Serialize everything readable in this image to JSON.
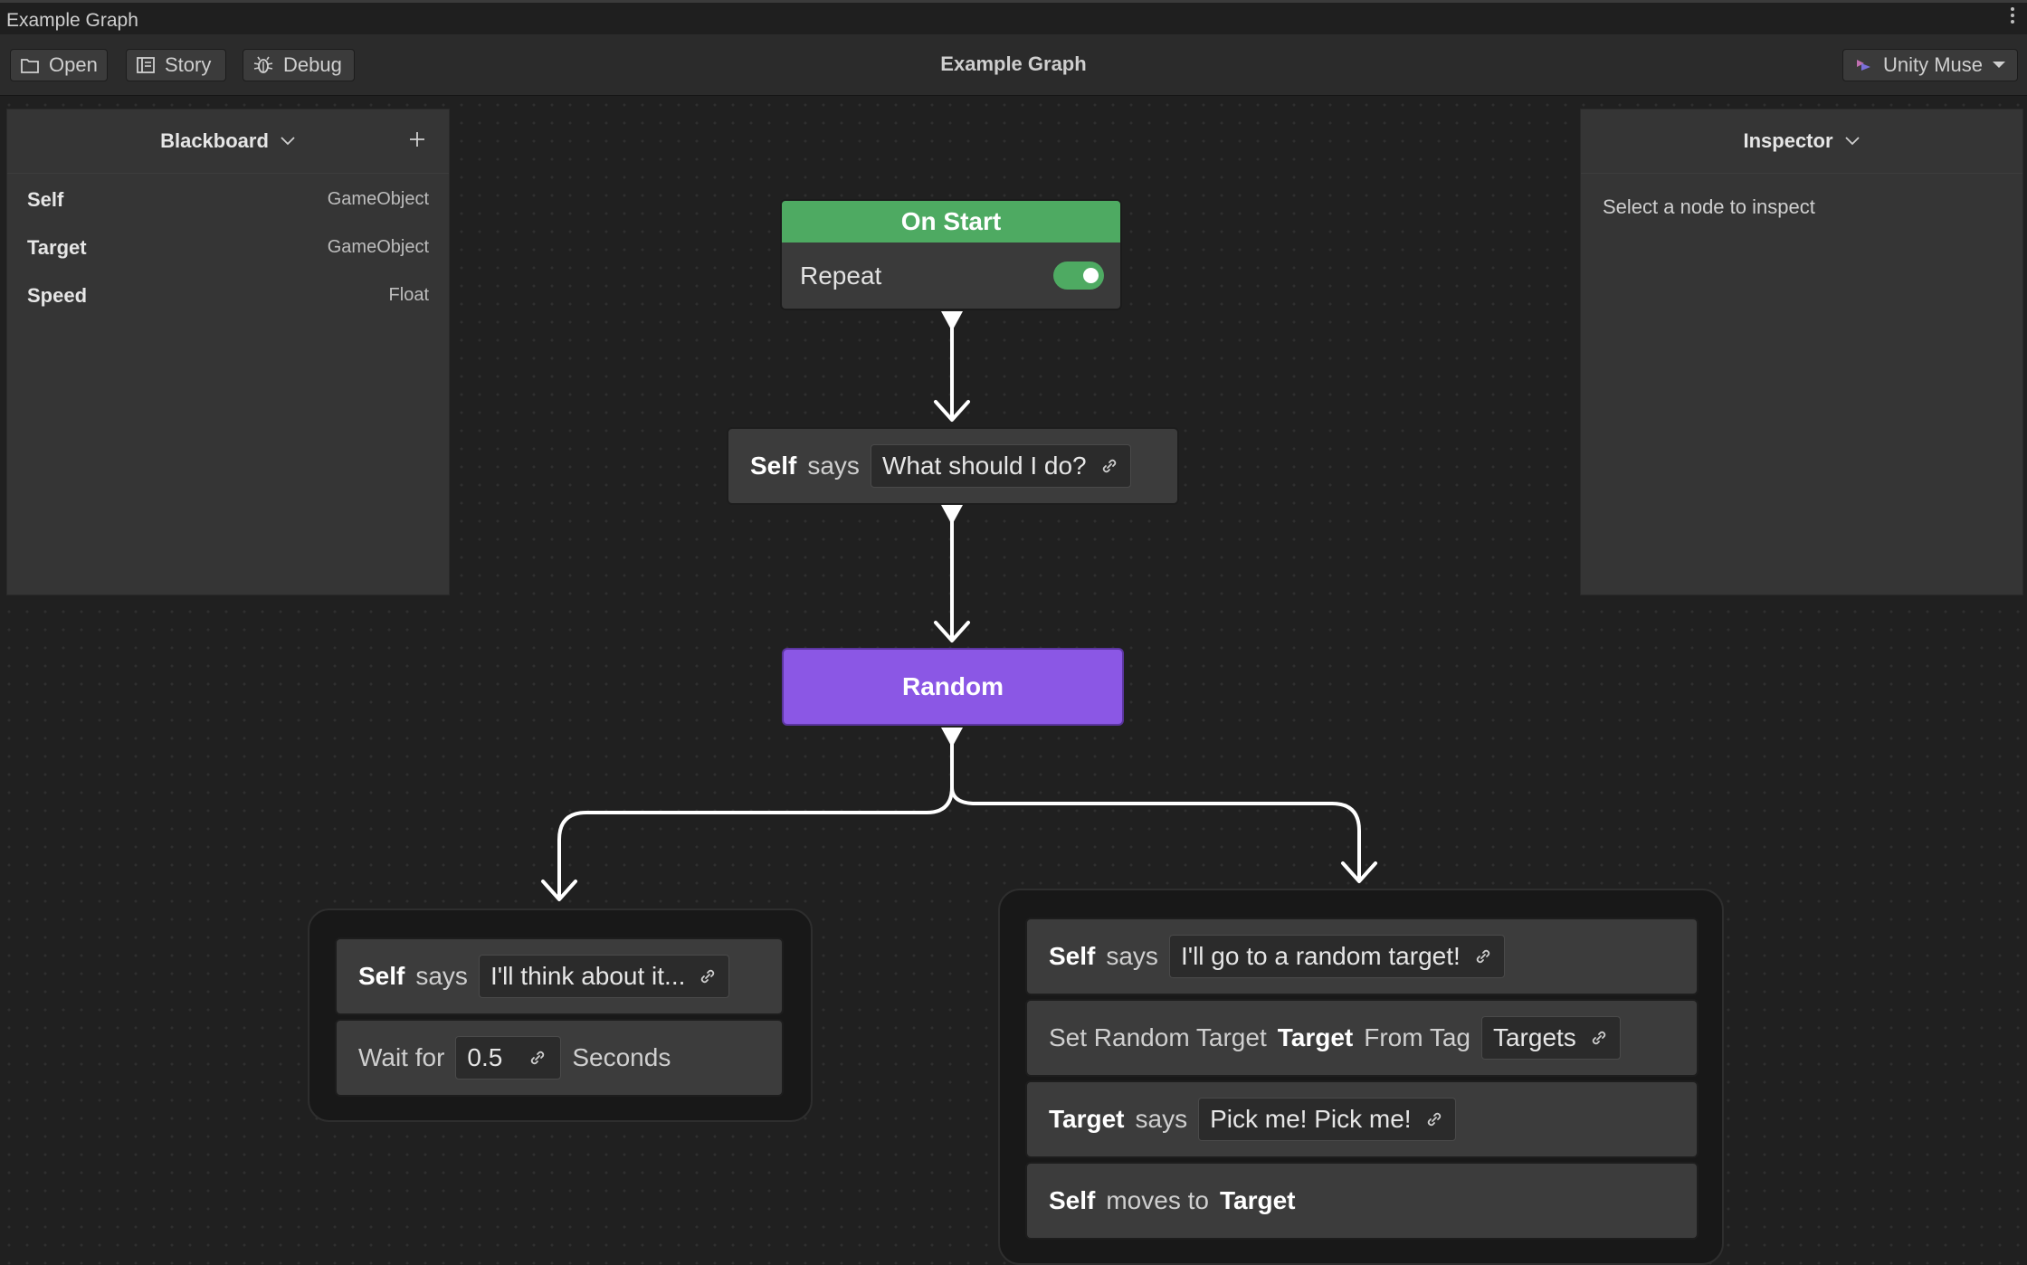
{
  "window": {
    "tab_title": "Example Graph",
    "graph_title": "Example Graph"
  },
  "toolbar": {
    "open_label": "Open",
    "story_label": "Story",
    "debug_label": "Debug",
    "muse_label": "Unity Muse"
  },
  "blackboard": {
    "title": "Blackboard",
    "variables": [
      {
        "name": "Self",
        "type": "GameObject"
      },
      {
        "name": "Target",
        "type": "GameObject"
      },
      {
        "name": "Speed",
        "type": "Float"
      }
    ]
  },
  "inspector": {
    "title": "Inspector",
    "hint": "Select a node to inspect"
  },
  "nodes": {
    "on_start": {
      "title": "On Start",
      "option_label": "Repeat",
      "option_on": true
    },
    "say1": {
      "agent": "Self",
      "verb": "says",
      "text": "What should I do?"
    },
    "random": {
      "label": "Random"
    },
    "left_group": {
      "say": {
        "agent": "Self",
        "verb": "says",
        "text": "I'll think about it..."
      },
      "wait": {
        "prefix": "Wait for",
        "value": "0.5",
        "suffix": "Seconds"
      }
    },
    "right_group": {
      "say": {
        "agent": "Self",
        "verb": "says",
        "text": "I'll go to a random target!"
      },
      "set_target": {
        "prefix": "Set Random Target",
        "var": "Target",
        "mid": "From Tag",
        "tag": "Targets"
      },
      "target_say": {
        "agent": "Target",
        "verb": "says",
        "text": "Pick me! Pick me!"
      },
      "move": {
        "agent": "Self",
        "verb": "moves to",
        "target": "Target"
      }
    }
  },
  "colors": {
    "accent_green": "#4eaa62",
    "accent_purple": "#8b57e5"
  }
}
